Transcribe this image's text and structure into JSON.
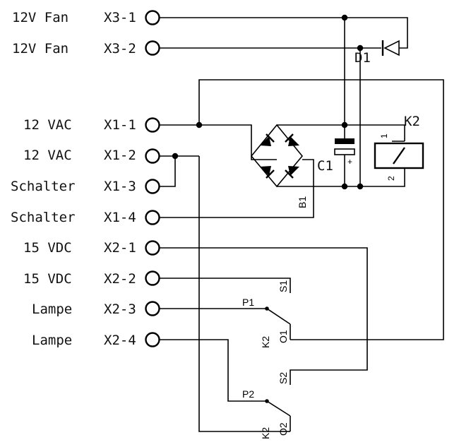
{
  "terminals": [
    {
      "signal": "12V Fan",
      "pin": "X3-1"
    },
    {
      "signal": "12V Fan",
      "pin": "X3-2"
    },
    {
      "signal": "12 VAC",
      "pin": "X1-1"
    },
    {
      "signal": "12 VAC",
      "pin": "X1-2"
    },
    {
      "signal": "Schalter",
      "pin": "X1-3"
    },
    {
      "signal": "Schalter",
      "pin": "X1-4"
    },
    {
      "signal": "15 VDC",
      "pin": "X2-1"
    },
    {
      "signal": "15 VDC",
      "pin": "X2-2"
    },
    {
      "signal": "Lampe",
      "pin": "X2-3"
    },
    {
      "signal": "Lampe",
      "pin": "X2-4"
    }
  ],
  "components": {
    "diode": "D1",
    "bridge": "B1",
    "capacitor": "C1",
    "capacitor_polarity": "+",
    "relay": "K2",
    "relay_pin1": "1",
    "relay_pin2": "2",
    "contact1": {
      "pole": "P1",
      "closed": "S1",
      "label": "K2",
      "open": "O1"
    },
    "contact2": {
      "pole": "P2",
      "closed": "S2",
      "label": "K2",
      "open": "O2"
    }
  }
}
